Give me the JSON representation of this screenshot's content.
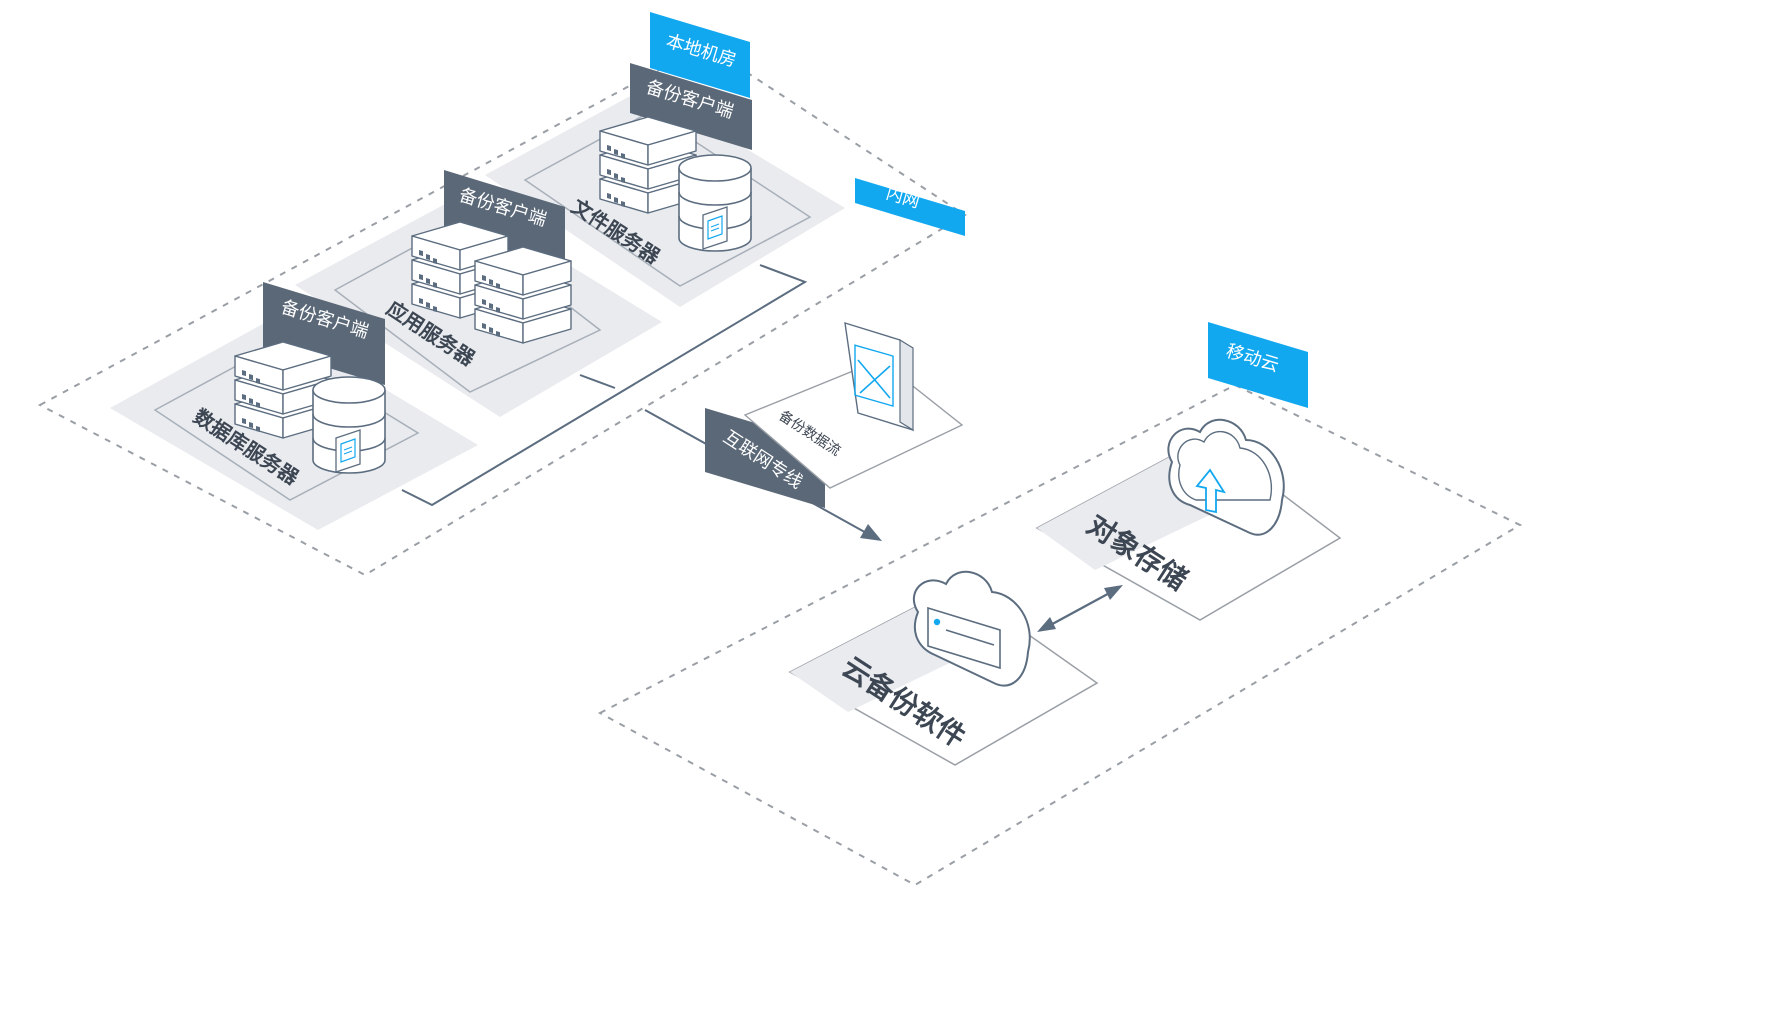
{
  "zones": {
    "local_room": "本地机房",
    "intranet": "内网",
    "mobile_cloud": "移动云"
  },
  "servers": {
    "file": {
      "tag": "备份客户端",
      "name": "文件服务器"
    },
    "app": {
      "tag": "备份客户端",
      "name": "应用服务器"
    },
    "db": {
      "tag": "备份客户端",
      "name": "数据库服务器"
    }
  },
  "link": {
    "dedicated_line": "互联网专线",
    "data_flow": "备份数据流"
  },
  "cloud": {
    "object_storage": "对象存储",
    "backup_software": "云备份软件"
  },
  "colors": {
    "accent_blue": "#12a8f0",
    "tag_slate": "#5b6878",
    "line": "#5c6d80",
    "panel": "#e9ebef",
    "icon_stroke": "#5c6d80"
  }
}
